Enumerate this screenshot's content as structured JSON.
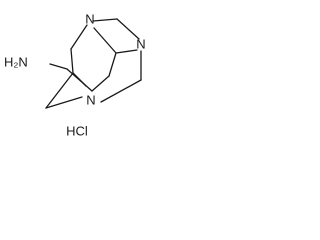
{
  "molecule": {
    "atoms": {
      "n_top": "N",
      "n_right": "N",
      "n_bottom": "N",
      "amine": "H₂N"
    },
    "salt": "HCl"
  }
}
